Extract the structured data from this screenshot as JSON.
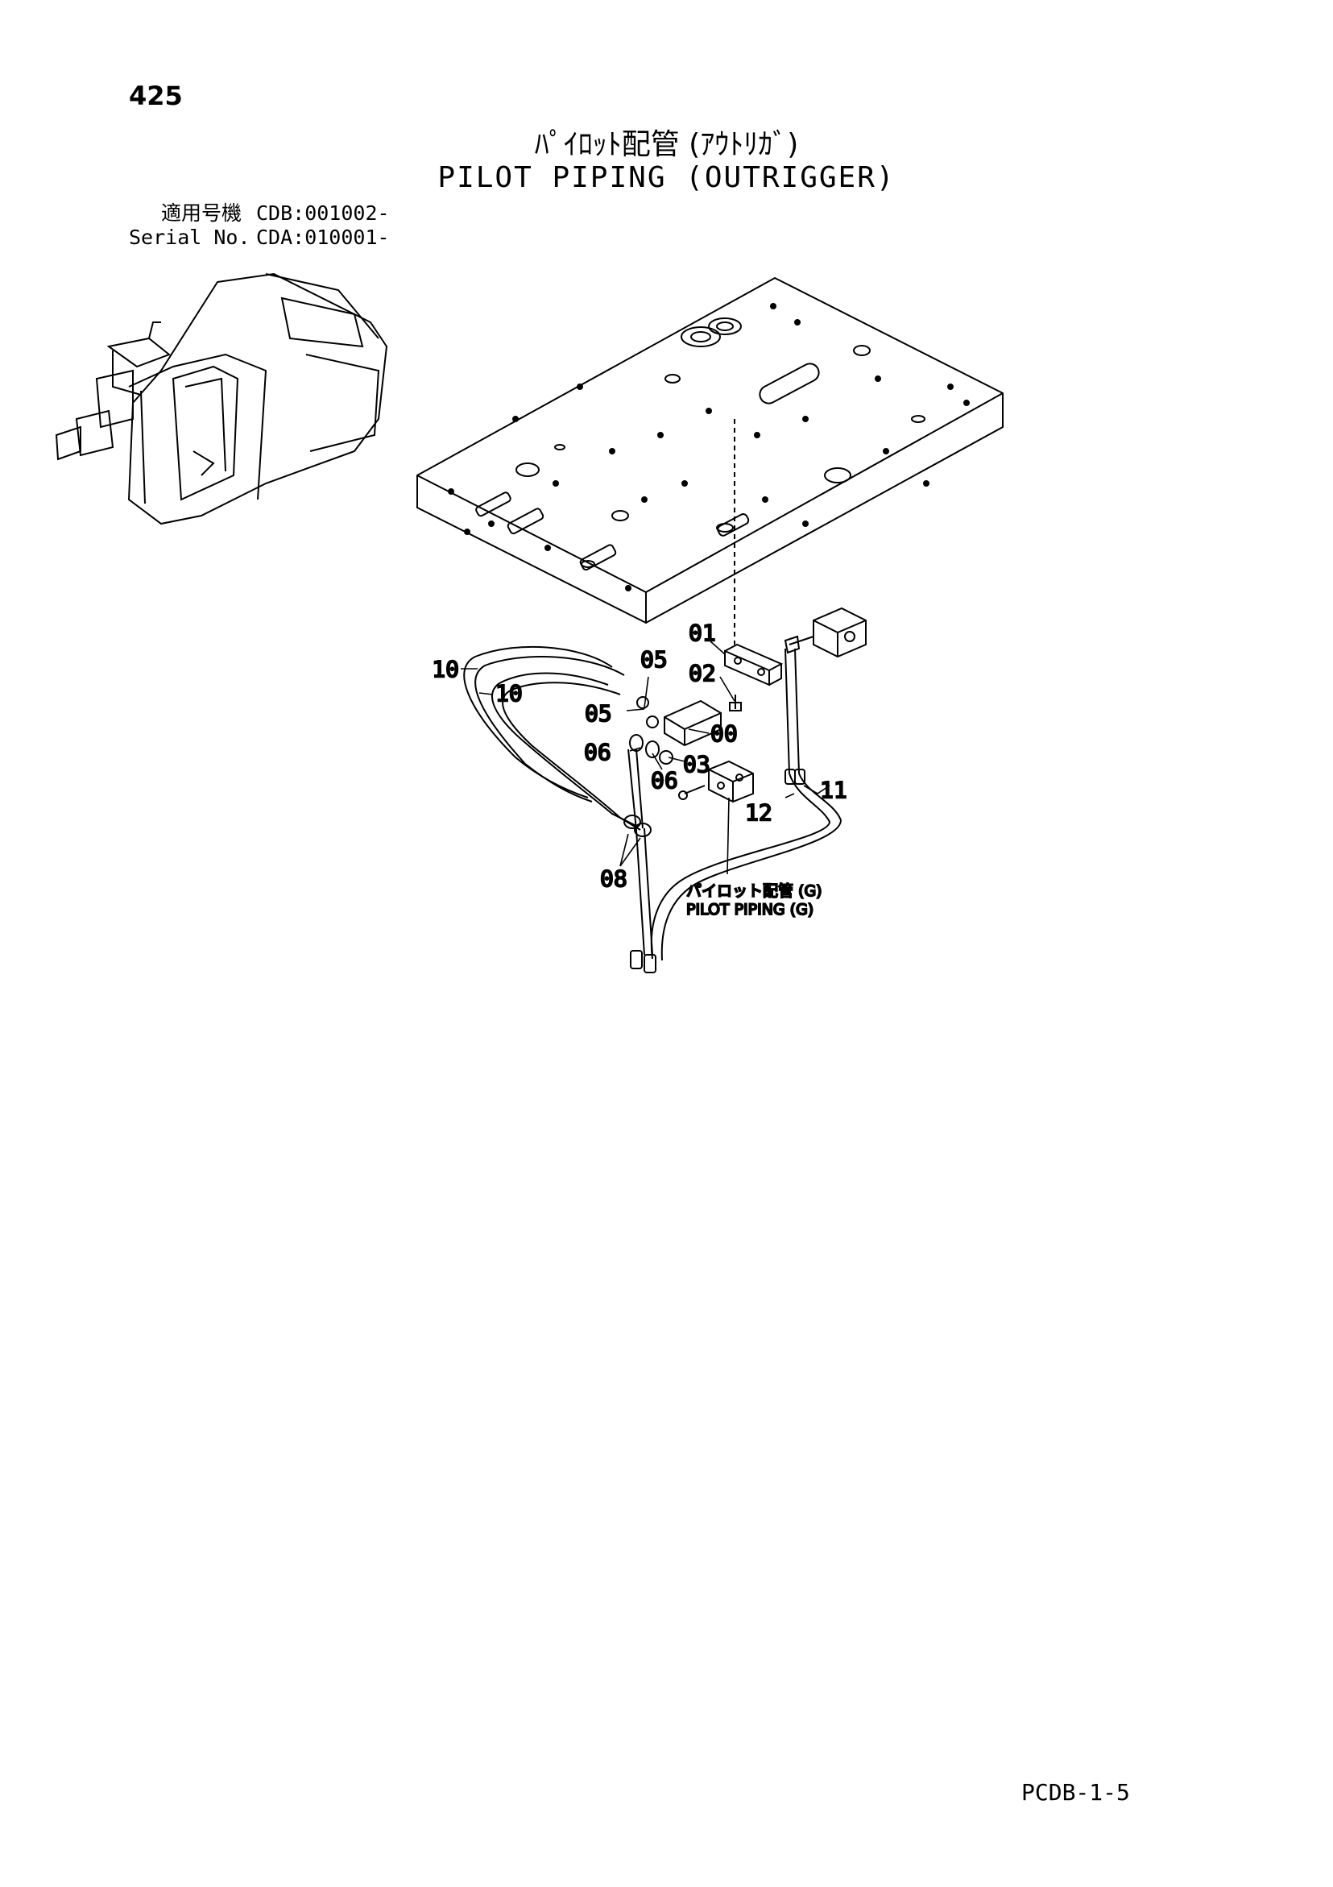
{
  "page": {
    "number": "425",
    "title_jp": "ﾊﾟｲﾛｯﾄ配管 (ｱｳﾄﾘｶﾞ)",
    "title_en": "PILOT PIPING (OUTRIGGER)",
    "footer_code": "PCDB-1-5"
  },
  "serials": [
    {
      "label": "適用号機",
      "value": "CDB:001002-"
    },
    {
      "label": "Serial No.",
      "value": "CDA:010001-"
    }
  ],
  "callouts": {
    "c00": "00",
    "c01": "01",
    "c02": "02",
    "c03": "03",
    "c05a": "05",
    "c05b": "05",
    "c06a": "06",
    "c06b": "06",
    "c08": "08",
    "c10a": "10",
    "c10b": "10",
    "c11": "11",
    "c12": "12"
  },
  "reference": {
    "jp": "パイロット配管 (G)",
    "en": "PILOT PIPING (G)"
  },
  "icons": [
    "excavator-overview-icon",
    "floor-plate-icon",
    "pilot-valve-icon",
    "hose-icon",
    "bracket-icon"
  ]
}
